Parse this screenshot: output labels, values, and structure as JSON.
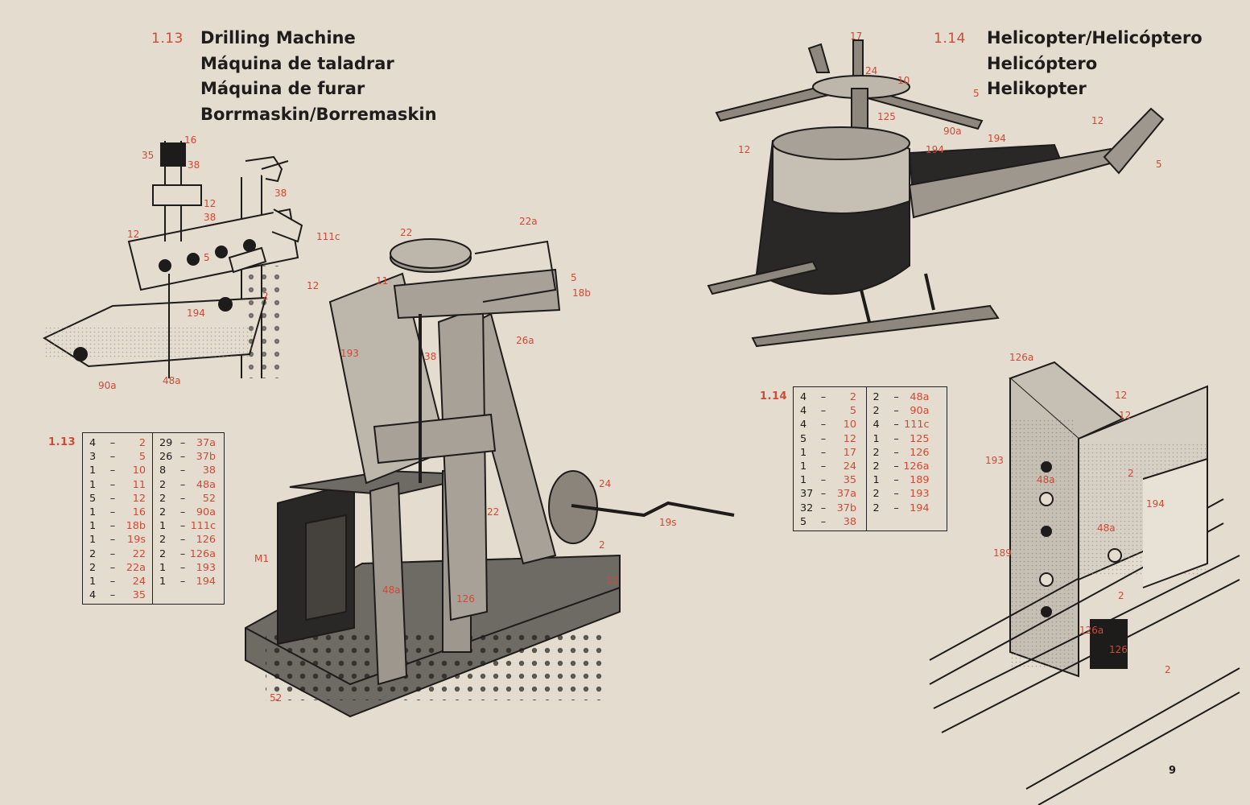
{
  "left_model": {
    "number": "1.13",
    "titles": [
      "Drilling Machine",
      "Máquina de taladrar",
      "Máquina de furar",
      "Borrmaskin/Borremaskin"
    ],
    "table_label": "1.13",
    "parts_left": [
      {
        "qty": "4",
        "part": "2"
      },
      {
        "qty": "3",
        "part": "5"
      },
      {
        "qty": "1",
        "part": "10"
      },
      {
        "qty": "1",
        "part": "11"
      },
      {
        "qty": "5",
        "part": "12"
      },
      {
        "qty": "1",
        "part": "16"
      },
      {
        "qty": "1",
        "part": "18b"
      },
      {
        "qty": "1",
        "part": "19s"
      },
      {
        "qty": "2",
        "part": "22"
      },
      {
        "qty": "2",
        "part": "22a"
      },
      {
        "qty": "1",
        "part": "24"
      },
      {
        "qty": "4",
        "part": "35"
      }
    ],
    "parts_right": [
      {
        "qty": "29",
        "part": "37a"
      },
      {
        "qty": "26",
        "part": "37b"
      },
      {
        "qty": "8",
        "part": "38"
      },
      {
        "qty": "2",
        "part": "48a"
      },
      {
        "qty": "2",
        "part": "52"
      },
      {
        "qty": "2",
        "part": "90a"
      },
      {
        "qty": "1",
        "part": "111c"
      },
      {
        "qty": "2",
        "part": "126"
      },
      {
        "qty": "2",
        "part": "126a"
      },
      {
        "qty": "1",
        "part": "193"
      },
      {
        "qty": "1",
        "part": "194"
      }
    ],
    "detail_labels": [
      "16",
      "35",
      "38",
      "12",
      "38",
      "38",
      "111c",
      "12",
      "5",
      "2",
      "194",
      "90a",
      "48a"
    ],
    "main_labels": [
      "22a",
      "22",
      "5",
      "11",
      "18b",
      "12",
      "193",
      "26a",
      "38",
      "24",
      "22",
      "19s",
      "2",
      "12",
      "M1",
      "126",
      "48a",
      "52"
    ]
  },
  "right_model": {
    "number": "1.14",
    "titles": [
      "Helicopter/Helicóptero",
      "Helicóptero",
      "Helikopter"
    ],
    "table_label": "1.14",
    "parts_left": [
      {
        "qty": "4",
        "part": "2"
      },
      {
        "qty": "4",
        "part": "5"
      },
      {
        "qty": "4",
        "part": "10"
      },
      {
        "qty": "5",
        "part": "12"
      },
      {
        "qty": "1",
        "part": "17"
      },
      {
        "qty": "1",
        "part": "24"
      },
      {
        "qty": "1",
        "part": "35"
      },
      {
        "qty": "37",
        "part": "37a"
      },
      {
        "qty": "32",
        "part": "37b"
      },
      {
        "qty": "5",
        "part": "38"
      }
    ],
    "parts_right": [
      {
        "qty": "2",
        "part": "48a"
      },
      {
        "qty": "2",
        "part": "90a"
      },
      {
        "qty": "4",
        "part": "111c"
      },
      {
        "qty": "1",
        "part": "125"
      },
      {
        "qty": "2",
        "part": "126"
      },
      {
        "qty": "2",
        "part": "126a"
      },
      {
        "qty": "1",
        "part": "189"
      },
      {
        "qty": "2",
        "part": "193"
      },
      {
        "qty": "2",
        "part": "194"
      }
    ],
    "heli_labels": [
      "17",
      "24",
      "10",
      "5",
      "125",
      "90a",
      "194",
      "194",
      "12",
      "12",
      "5"
    ],
    "detail_labels": [
      "126a",
      "12",
      "12",
      "193",
      "48a",
      "2",
      "194",
      "48a",
      "189",
      "2",
      "126a",
      "126",
      "2"
    ]
  },
  "page_number": "9",
  "colors": {
    "paper": "#e3dccf",
    "ink": "#1e1c1a",
    "accent": "#cf4a36"
  }
}
